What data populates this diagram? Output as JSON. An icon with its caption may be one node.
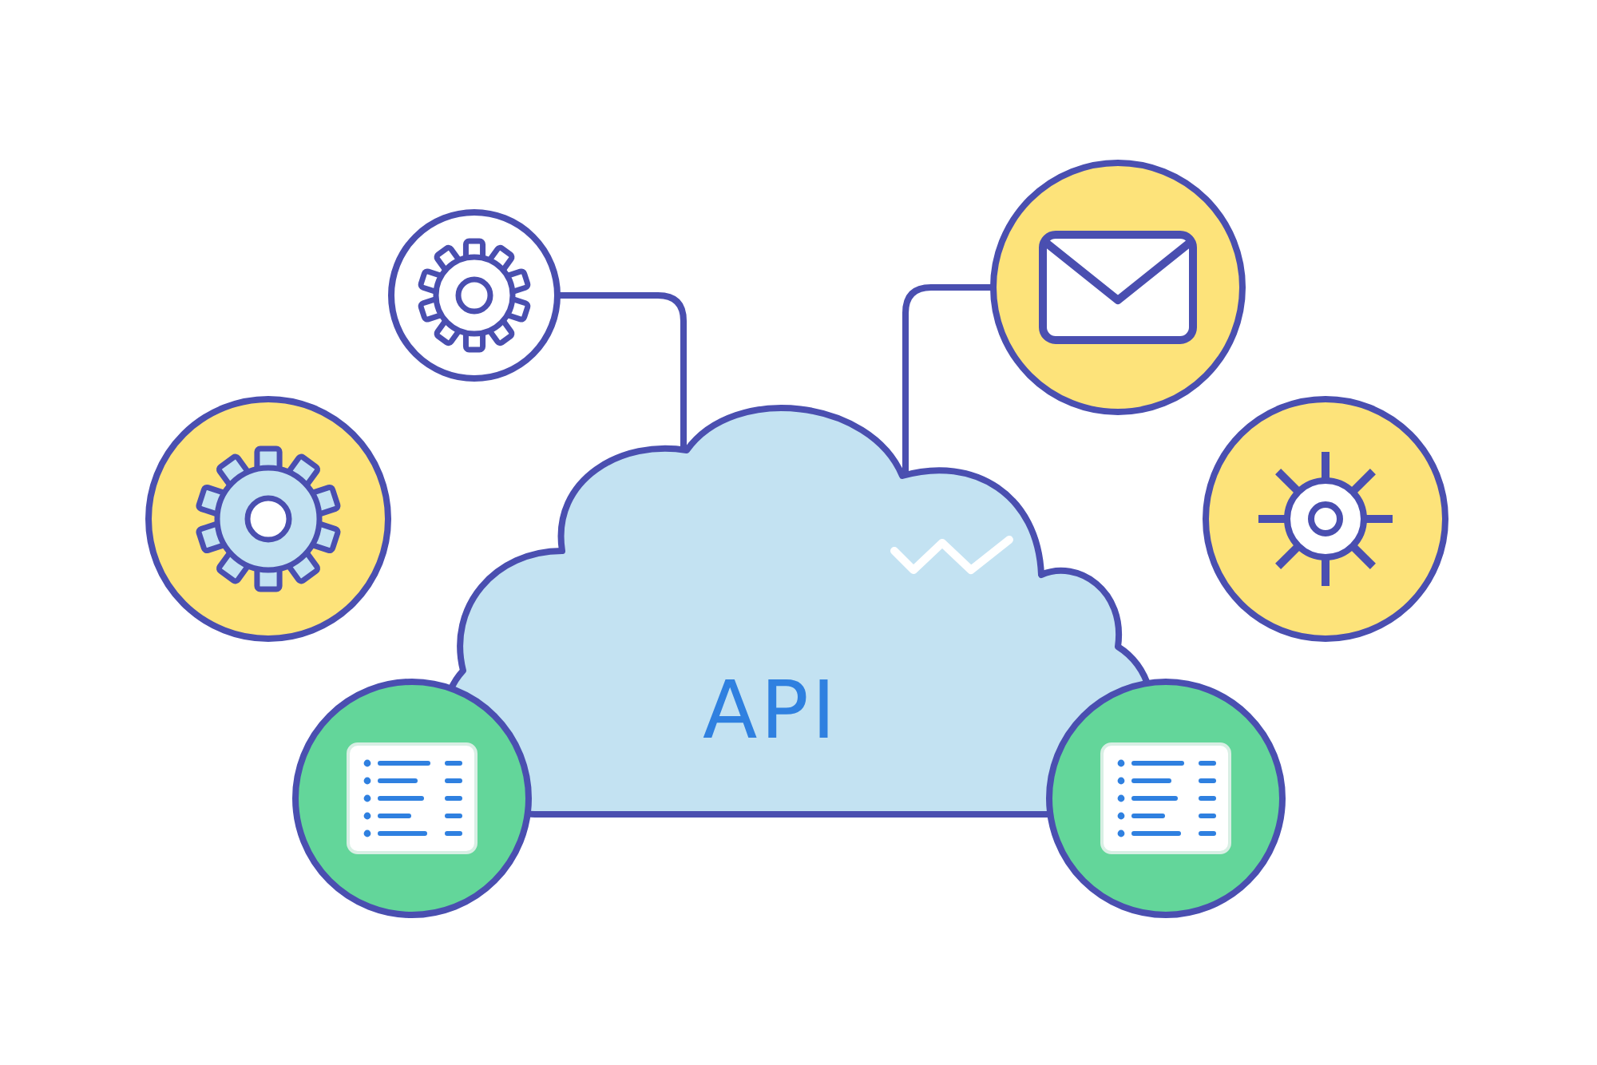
{
  "diagram": {
    "nodes": [
      {
        "text": [
          "API"
        ]
      },
      {
        "text": [],
        "shape": "circle"
      },
      {
        "text": [],
        "shape": "circle"
      },
      {
        "text": [],
        "shape": "circle"
      },
      {
        "text": [],
        "shape": "circle"
      },
      {
        "text": [],
        "shape": "circle"
      },
      {
        "text": [],
        "shape": "circle"
      }
    ],
    "edges": [
      {
        "from": 1,
        "to": 0,
        "arrow": "none"
      },
      {
        "from": 2,
        "to": 0,
        "arrow": "none"
      }
    ]
  }
}
